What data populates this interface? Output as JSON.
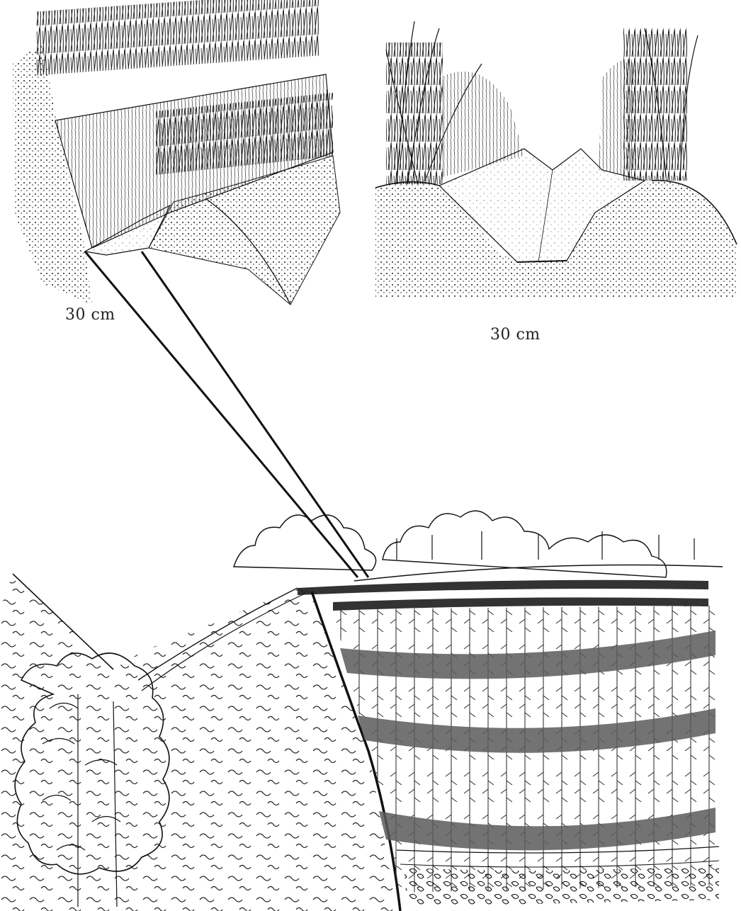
{
  "labels": {
    "left_inset_dimension": "30 cm",
    "right_inset_dimension": "30 cm"
  },
  "colors": {
    "ink": "#1a1a1a",
    "grass_band": "#5a5a5a",
    "paper": "#ffffff"
  },
  "icons": {
    "left_inset": "terrace-channel-cross-section",
    "right_inset": "trapezoid-channel-cross-section",
    "main_scene": "hillside-terraced-field-with-grass-strips"
  }
}
